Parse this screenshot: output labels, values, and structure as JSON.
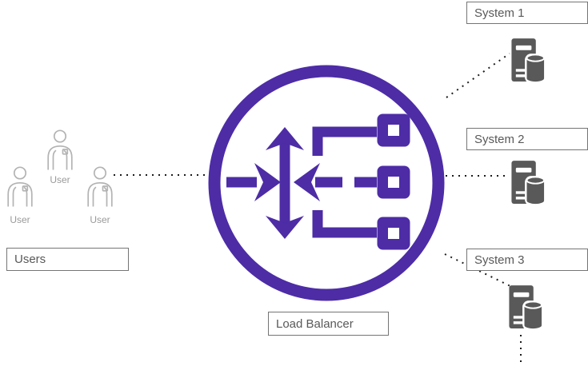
{
  "users": {
    "box_label": "Users",
    "user_labels": [
      "User",
      "User",
      "User"
    ]
  },
  "load_balancer": {
    "box_label": "Load Balancer"
  },
  "systems": [
    {
      "box_label": "System 1"
    },
    {
      "box_label": "System 2"
    },
    {
      "box_label": "System 3"
    }
  ],
  "icons": {
    "load_balancer": "load-balancer-icon",
    "user": "user-icon",
    "server": "server-database-icon"
  },
  "colors": {
    "accent_purple": "#4D2CA6",
    "server_gray": "#595959",
    "user_outline_gray": "#b3b3b3",
    "box_text_gray": "#595959",
    "user_label_gray": "#9a9a9a",
    "connector_dot": "#1c1c1c",
    "box_border_gray": "#757575"
  }
}
